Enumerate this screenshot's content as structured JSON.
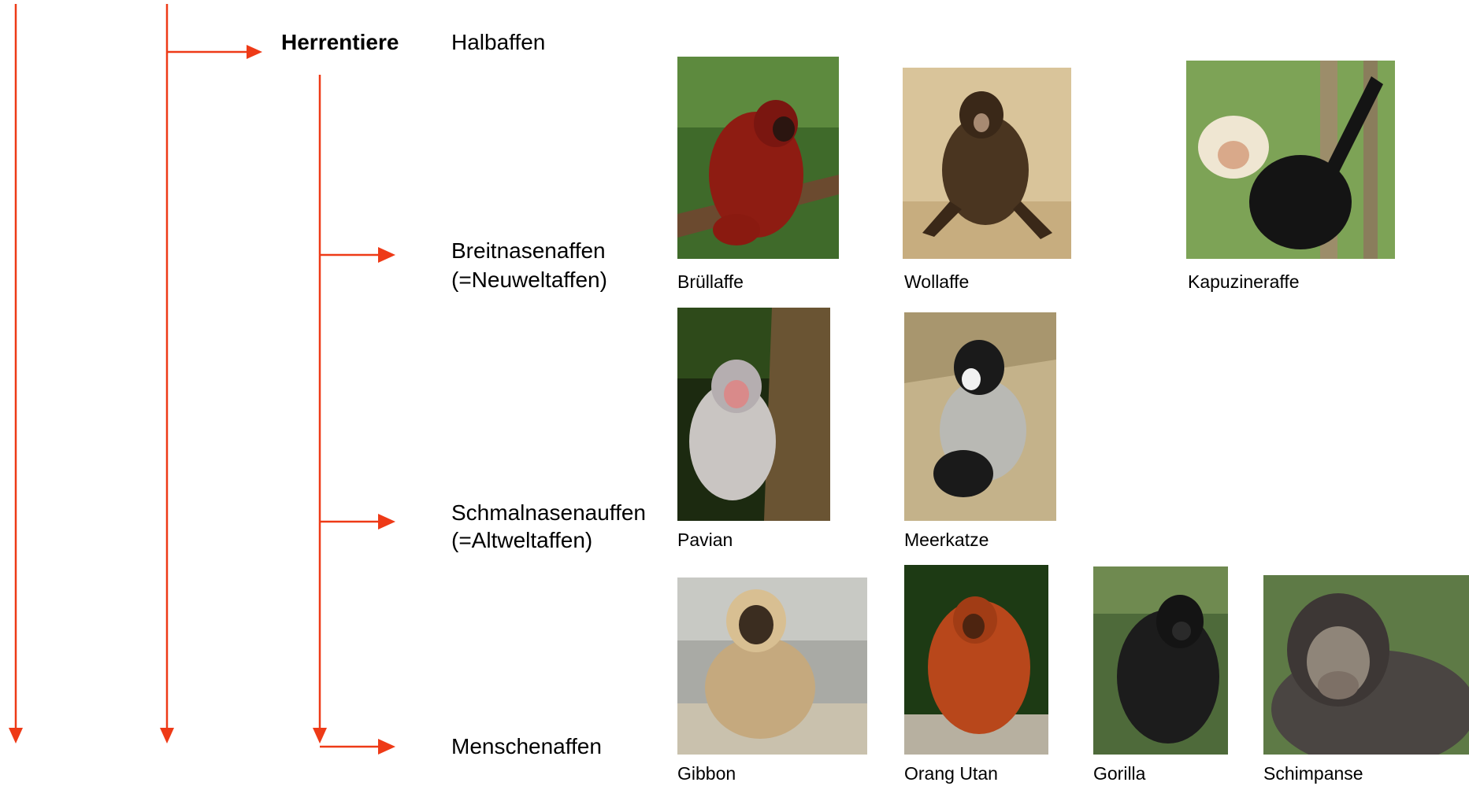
{
  "colors": {
    "line": "#ee3a17",
    "text": "#000000",
    "background": "#ffffff"
  },
  "tree": {
    "root": "Herrentiere",
    "groups": {
      "halbaffen": "Halbaffen",
      "breitnasen_line1": "Breitnasenaffen",
      "breitnasen_line2": "(=Neuweltaffen)",
      "schmalnasen_line1": "Schmalnasenauffen",
      "schmalnasen_line2": "(=Altweltaffen)",
      "menschenaffen": "Menschenaffen"
    }
  },
  "species": {
    "bruellaffe": "Brüllaffe",
    "wollaffe": "Wollaffe",
    "kapuzineraffe": "Kapuzineraffe",
    "pavian": "Pavian",
    "meerkatze": "Meerkatze",
    "gibbon": "Gibbon",
    "orang_utan": "Orang Utan",
    "gorilla": "Gorilla",
    "schimpanse": "Schimpanse"
  }
}
